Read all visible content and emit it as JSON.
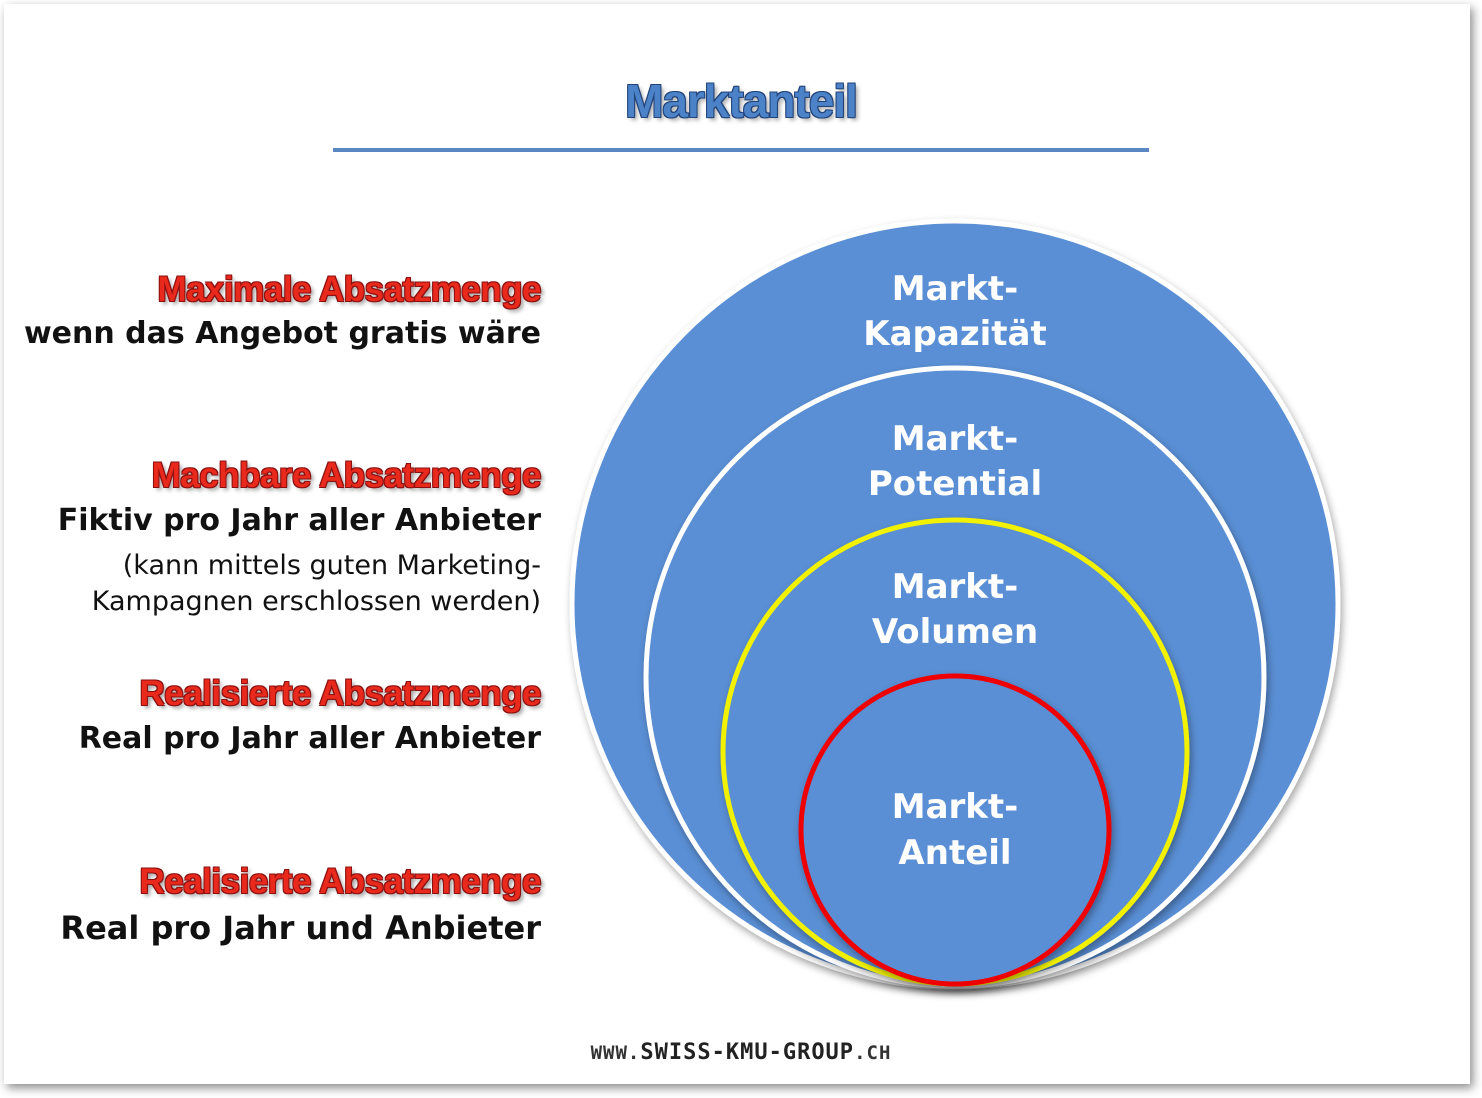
{
  "title": "Marktanteil",
  "labels": [
    {
      "heading": "Maximale Absatzmenge",
      "text": "wenn das Angebot gratis wäre",
      "note": ""
    },
    {
      "heading": "Machbare Absatzmenge",
      "text": "Fiktiv pro Jahr aller Anbieter",
      "note_line1": "(kann mittels guten Marketing-",
      "note_line2": "Kampagnen erschlossen werden)"
    },
    {
      "heading": "Realisierte Absatzmenge",
      "text": "Real pro Jahr aller Anbieter"
    },
    {
      "heading": "Realisierte Absatzmenge",
      "text": "Real pro Jahr und Anbieter"
    }
  ],
  "circles": [
    {
      "line1": "Markt-",
      "line2": "Kapazität",
      "fill": "#5a8fd5",
      "stroke": "#ffffff"
    },
    {
      "line1": "Markt-",
      "line2": "Potential",
      "fill": "#5a8fd5",
      "stroke": "#ffffff"
    },
    {
      "line1": "Markt-",
      "line2": "Volumen",
      "fill": "#5a8fd5",
      "stroke": "#f2f200"
    },
    {
      "line1": "Markt-",
      "line2": "Anteil",
      "fill": "#5a8fd5",
      "stroke": "#ee0000"
    }
  ],
  "footer": {
    "prefix": "WWW.",
    "domain": "SWISS-KMU-GROUP",
    "suffix": ".CH"
  },
  "colors": {
    "title": "#4b82c8",
    "heading": "#e8291c",
    "rule": "#5b86c4"
  }
}
